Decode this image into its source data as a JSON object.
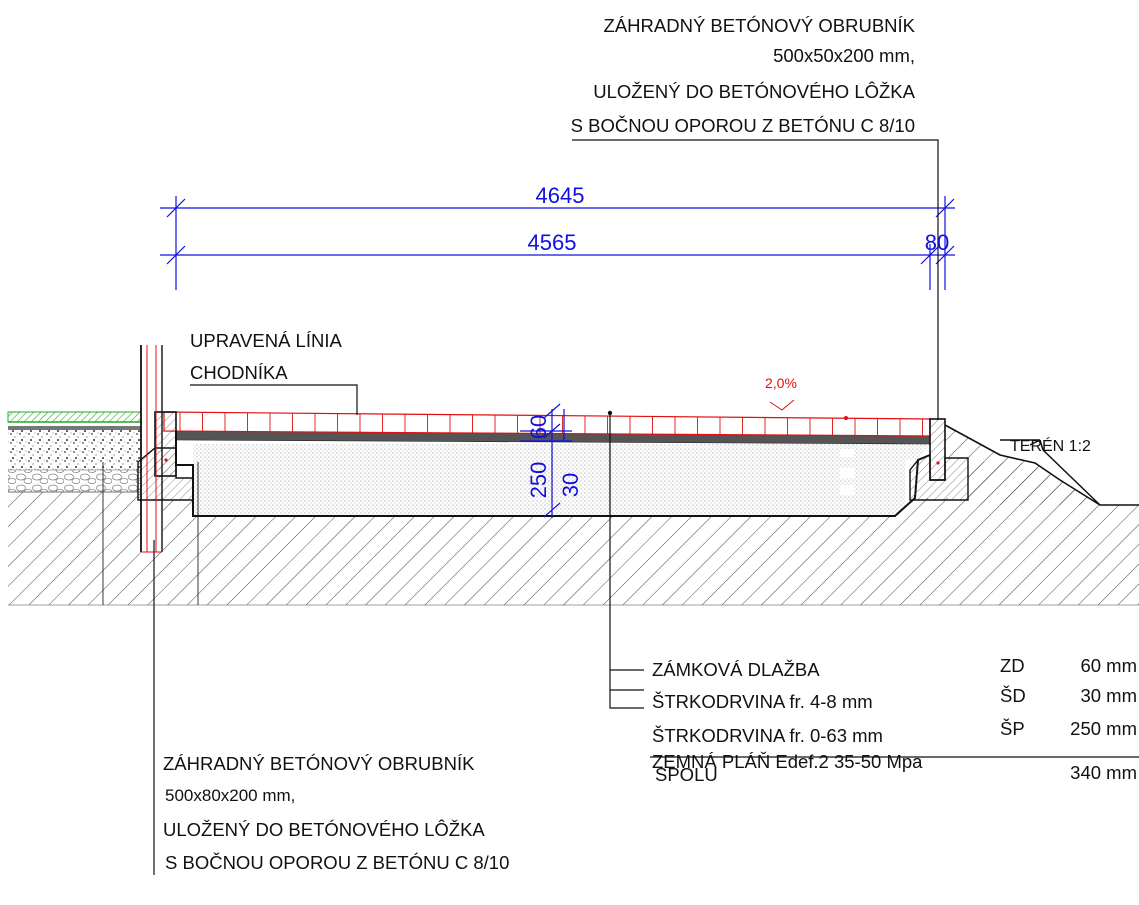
{
  "callouts": {
    "top_right_curb": {
      "lines": [
        "ZÁHRADNÝ BETÓNOVÝ OBRUBNÍK",
        "500x50x200 mm,",
        "ULOŽENÝ DO BETÓNOVÉHO LÔŽKA",
        "S BOČNOU OPOROU Z BETÓNU C 8/10"
      ]
    },
    "bottom_left_curb": {
      "lines": [
        "ZÁHRADNÝ BETÓNOVÝ OBRUBNÍK",
        "500x80x200 mm,",
        "ULOŽENÝ DO BETÓNOVÉHO LÔŽKA",
        "S BOČNOU OPOROU Z BETÓNU C 8/10"
      ]
    },
    "sidewalk_line": {
      "lines": [
        "UPRAVENÁ LÍNIA",
        "CHODNÍKA"
      ]
    },
    "terrain": "TERÉN 1:2"
  },
  "dimensions": {
    "overall": "4645",
    "inner": "4565",
    "curb": "80",
    "total_depth": "250",
    "paving": "60",
    "bedding": "30",
    "slope": "2,0%"
  },
  "layers": [
    {
      "name": "ZÁMKOVÁ DLAŽBA",
      "code": "ZD",
      "thickness": "60 mm"
    },
    {
      "name": "ŠTRKODRVINA fr. 4-8 mm",
      "code": "ŠD",
      "thickness": "30 mm"
    },
    {
      "name": "ŠTRKODRVINA fr. 0-63 mm",
      "code": "ŠP",
      "thickness": "250 mm"
    }
  ],
  "subgrade": "ZEMNÁ PLÁŇ Edef.2 35-50 Mpa",
  "total": {
    "label": "SPOLU",
    "value": "340 mm"
  },
  "colors": {
    "dimension": "#1010e0",
    "accent": "#e01010",
    "grass": "#22aa22",
    "line": "#111111"
  }
}
